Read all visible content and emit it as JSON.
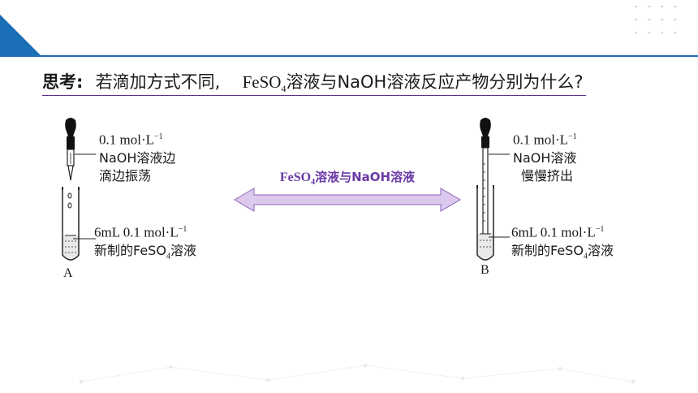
{
  "slide": {
    "heading": {
      "prefix": "思考:",
      "question_part1": "若滴加方式不同,",
      "formula_main": "FeSO",
      "formula_sub": "4",
      "question_part2": "溶液与NaOH溶液反应产物分别为什么?"
    },
    "arrow": {
      "formula_main": "FeSO",
      "formula_sub": "4",
      "text": "溶液与NaOH溶液"
    },
    "experiment_a": {
      "top_line1_main": "0.1 mol·L",
      "top_line1_sup": "−1",
      "top_line2": "NaOH溶液边",
      "top_line3": "滴边振荡",
      "bottom_line1_main": "6mL 0.1 mol·L",
      "bottom_line1_sup": "−1",
      "bottom_line2_pre": "新制的FeSO",
      "bottom_line2_sub": "4",
      "bottom_line2_post": "溶液",
      "letter": "A"
    },
    "experiment_b": {
      "top_line1_main": "0.1 mol·L",
      "top_line1_sup": "−1",
      "top_line2": "NaOH溶液",
      "top_line3": "慢慢挤出",
      "bottom_line1_main": "6mL 0.1 mol·L",
      "bottom_line1_sup": "−1",
      "bottom_line2_pre": "新制的FeSO",
      "bottom_line2_sub": "4",
      "bottom_line2_post": "溶液",
      "letter": "B"
    },
    "colors": {
      "accent_blue": "#1c6fb6",
      "arrow_fill": "#ddc9ee",
      "arrow_stroke": "#8a63b8",
      "arrow_text": "#6a3aa6"
    }
  }
}
